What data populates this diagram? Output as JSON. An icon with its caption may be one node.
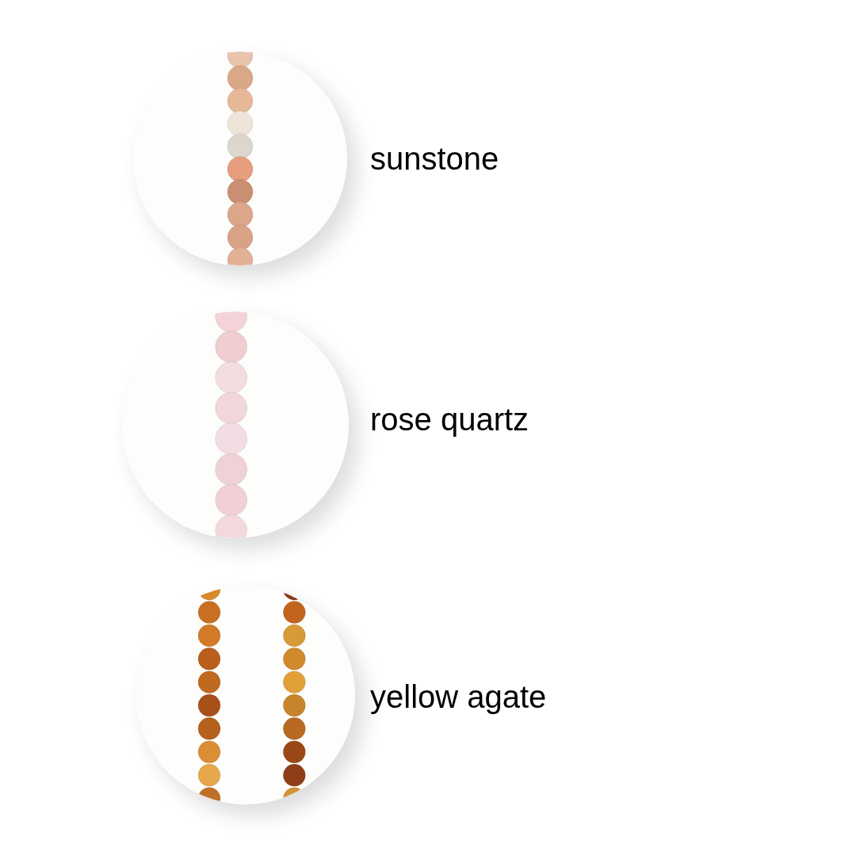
{
  "diagram": {
    "nodes": [
      {
        "text": [],
        "shape": "picture",
        "beside": [
          "sunstone"
        ]
      },
      {
        "text": [],
        "shape": "picture",
        "beside": [
          "rose quartz"
        ]
      },
      {
        "text": [],
        "shape": "picture",
        "beside": [
          "yellow agate"
        ]
      }
    ]
  }
}
